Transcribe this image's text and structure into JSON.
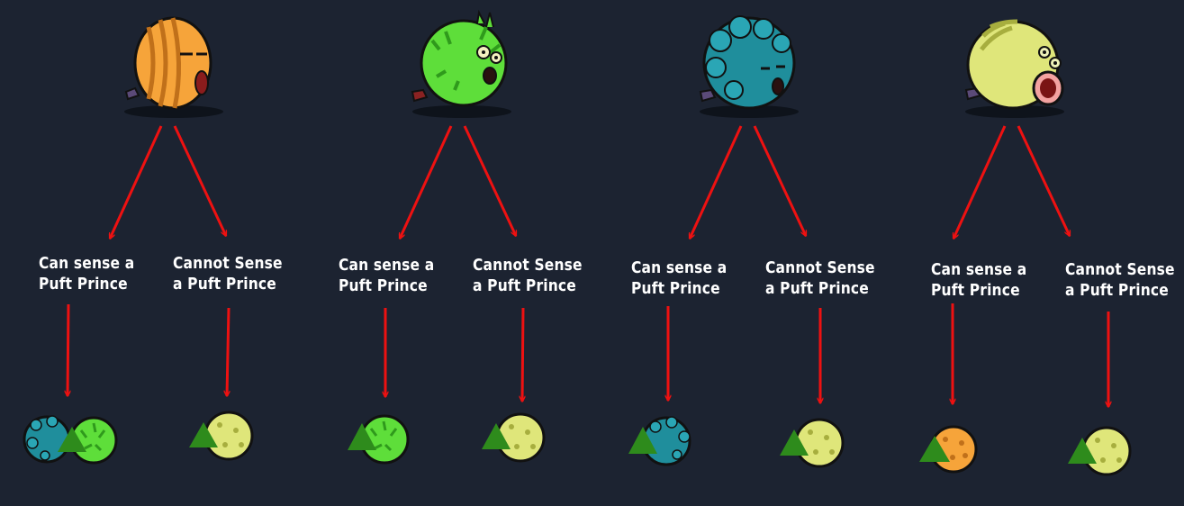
{
  "colors": {
    "background": "#1c2331",
    "arrow": "#ee1111",
    "orange_puft": "#f6a43a",
    "green_puft": "#5ede3a",
    "teal_puft": "#1f8e9c",
    "yellow_puft": "#dfe67a",
    "triangle": "#2e8b1c"
  },
  "branches": [
    {
      "parent": "orange-puft",
      "left_label": [
        "Can sense a",
        "Puft Prince"
      ],
      "right_label": [
        "Cannot Sense",
        "a Puft Prince"
      ],
      "left_result": [
        "teal-puft-egg",
        "green-puft-egg"
      ],
      "right_result": [
        "yellow-puft-egg"
      ]
    },
    {
      "parent": "green-puft",
      "left_label": [
        "Can sense a",
        "Puft Prince"
      ],
      "right_label": [
        "Cannot Sense",
        "a Puft Prince"
      ],
      "left_result": [
        "green-puft-egg"
      ],
      "right_result": [
        "yellow-puft-egg"
      ]
    },
    {
      "parent": "teal-puft",
      "left_label": [
        "Can sense a",
        "Puft Prince"
      ],
      "right_label": [
        "Cannot Sense",
        "a Puft Prince"
      ],
      "left_result": [
        "teal-puft-egg"
      ],
      "right_result": [
        "yellow-puft-egg"
      ]
    },
    {
      "parent": "yellow-puft",
      "left_label": [
        "Can sense a",
        "Puft Prince"
      ],
      "right_label": [
        "Cannot Sense",
        "a Puft Prince"
      ],
      "left_result": [
        "orange-puft-egg"
      ],
      "right_result": [
        "yellow-puft-egg"
      ]
    }
  ]
}
